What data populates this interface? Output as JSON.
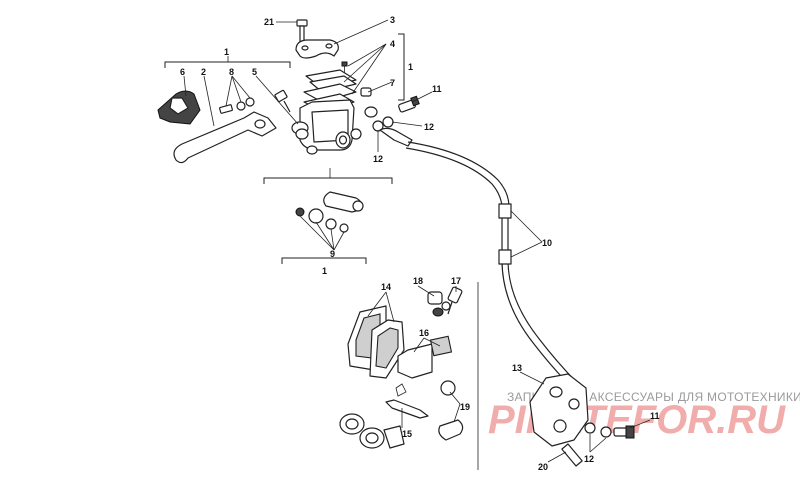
{
  "callouts": {
    "c21": "21",
    "c3": "3",
    "c4": "4",
    "c1_right": "1",
    "c1_top": "1",
    "c6": "6",
    "c2": "2",
    "c8": "8",
    "c5": "5",
    "c7": "7",
    "c11_top": "11",
    "c12_a": "12",
    "c12_b": "12",
    "c10": "10",
    "c9": "9",
    "c1_bottom": "1",
    "c14": "14",
    "c18": "18",
    "c17": "17",
    "c16": "16",
    "c13": "13",
    "c19": "19",
    "c15": "15",
    "c11_bottom": "11",
    "c12_c": "12",
    "c20": "20"
  },
  "watermark": {
    "caption": "ЗАПЧАСТИ И АКСЕССУАРЫ ДЛЯ МОТОТЕХНИКИ",
    "logo": "PIRATEFOR.RU"
  },
  "colors": {
    "line": "#222222",
    "watermark_red": "#e24a4a",
    "watermark_grey": "#9a9a9a"
  }
}
